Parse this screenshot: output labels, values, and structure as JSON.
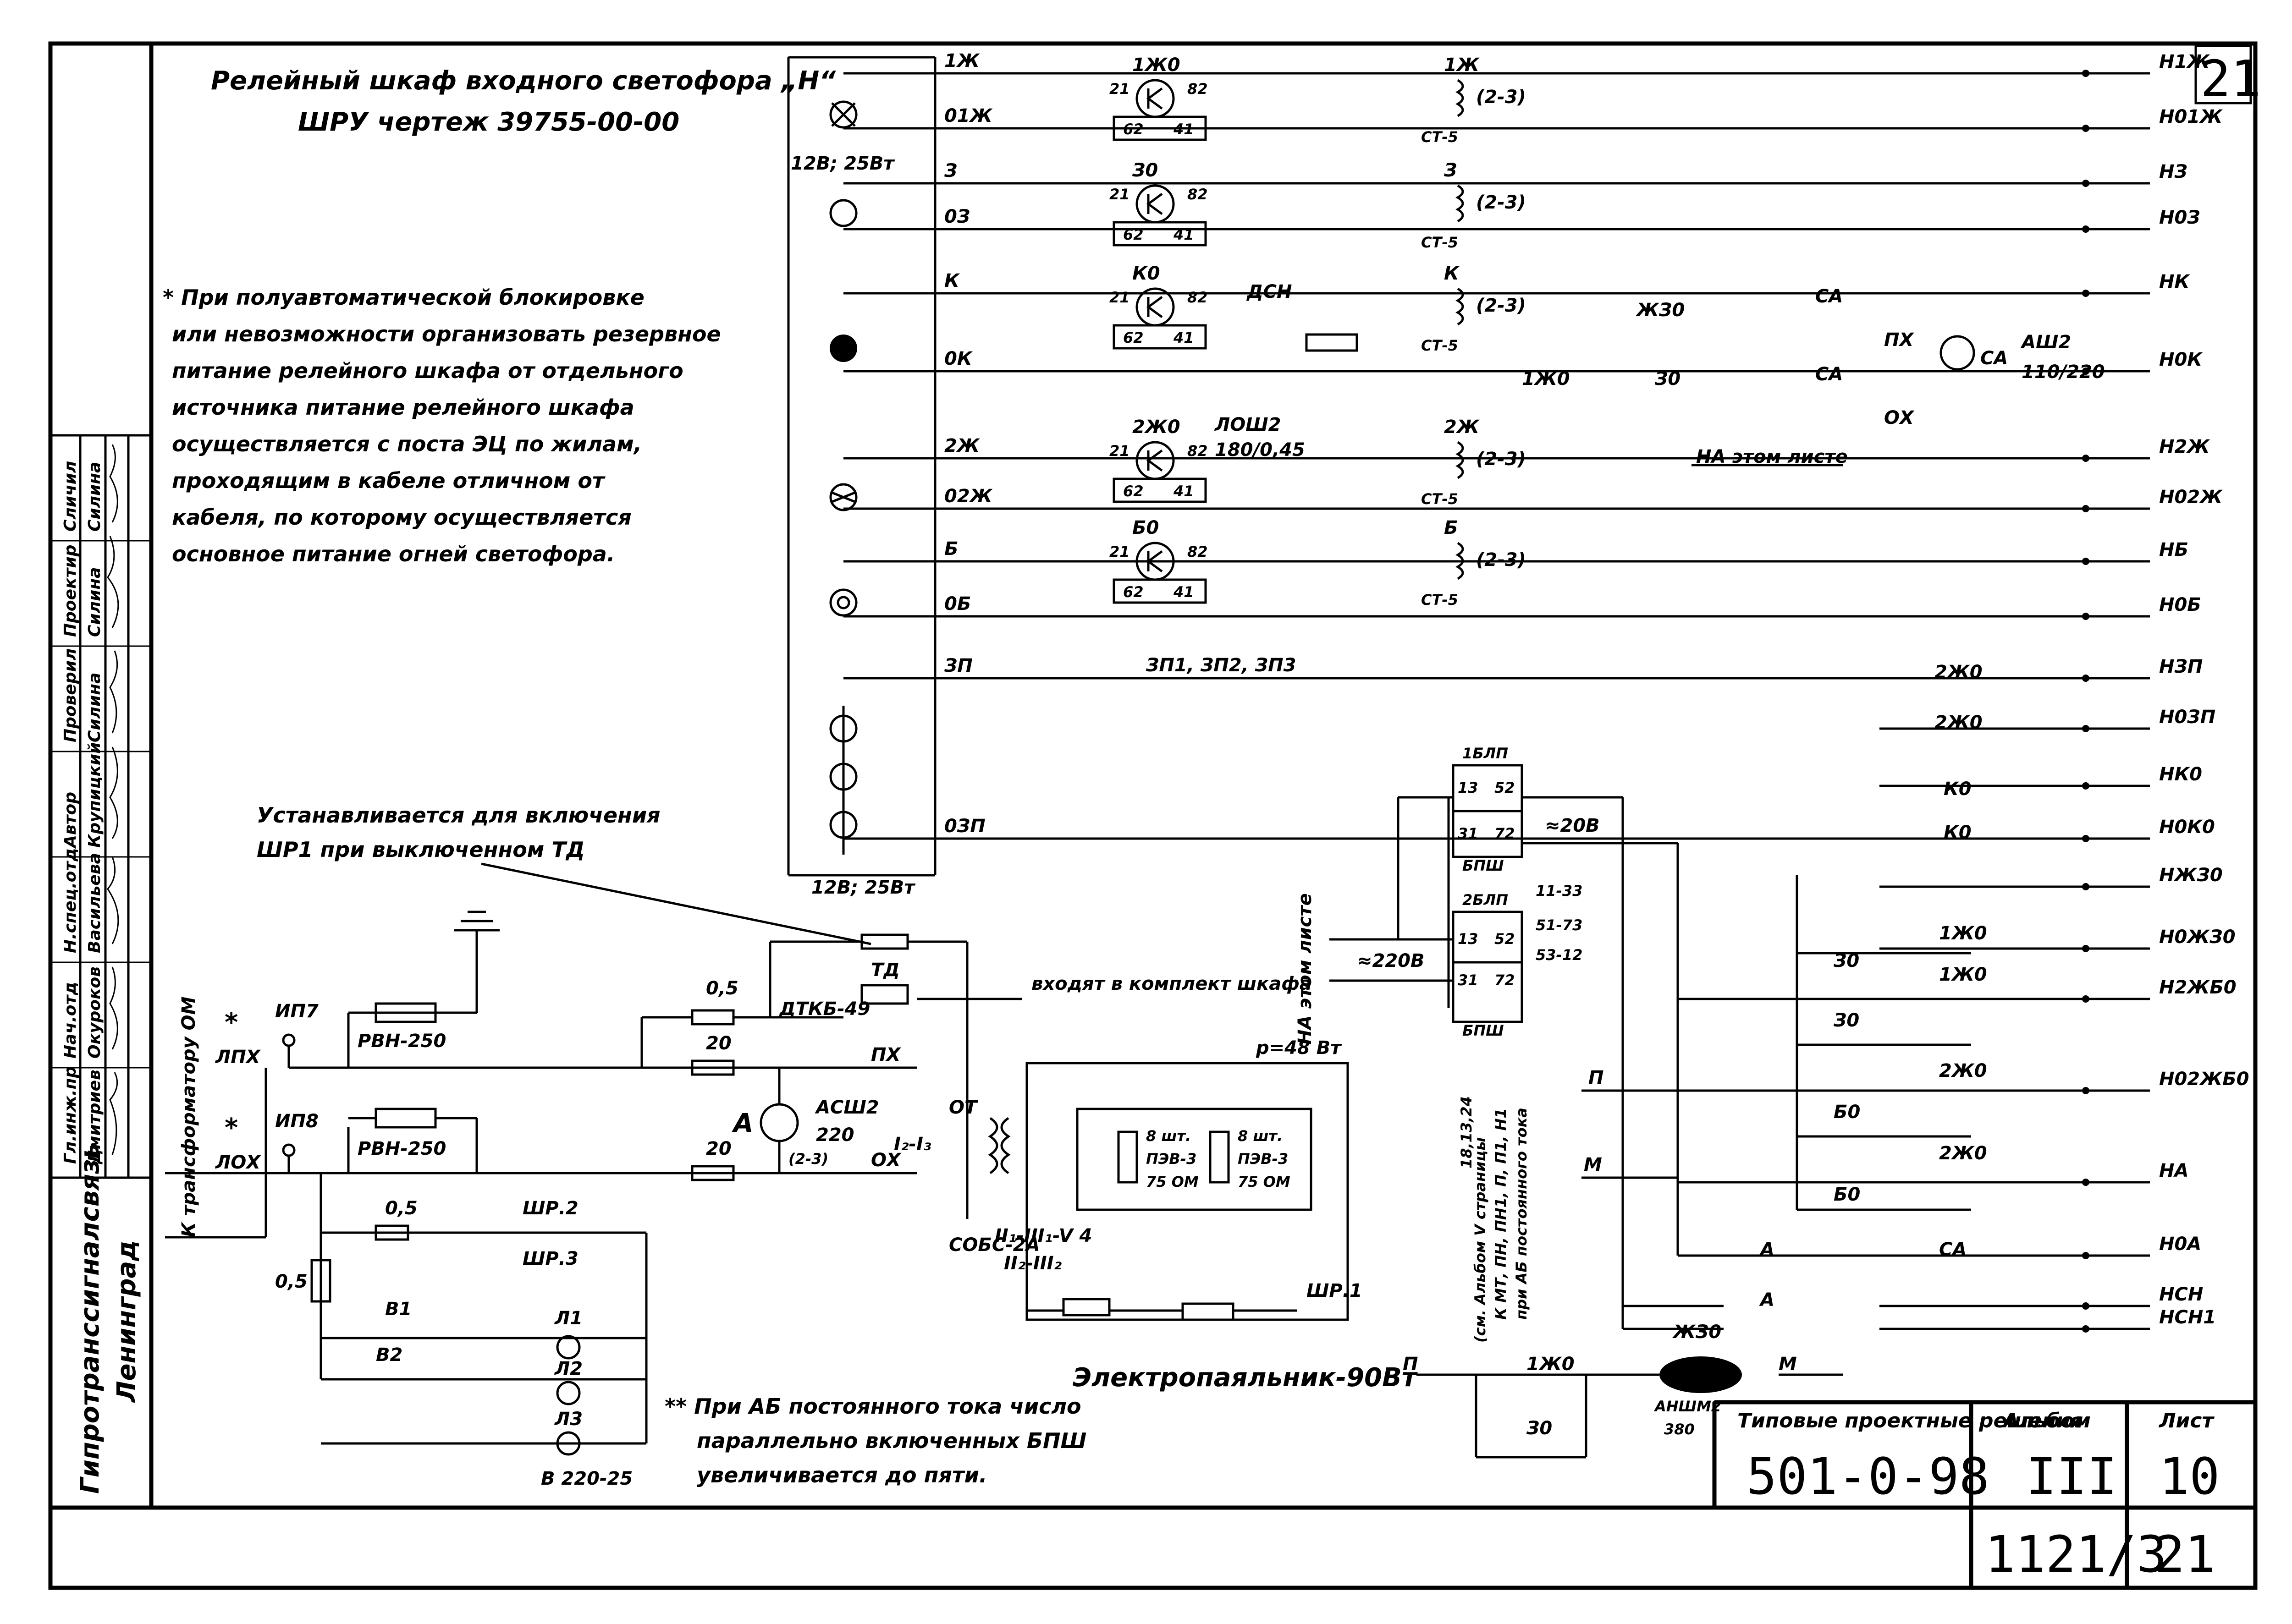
{
  "drawing": {
    "title_line1": "Релейный шкаф входного светофора „Н“",
    "title_line2": "ШРУ чертеж  39755-00-00",
    "sheet_corner_number": "21",
    "footnote_star": [
      "* При полуавтоматической блокировке",
      "или невозможности организовать резервное",
      "питание релейного шкафа от отдельного",
      "источника  питание релейного шкафа",
      "осуществляется с поста ЭЦ по жилам,",
      "проходящим в кабеле отличном  от",
      "кабеля, по которому осуществляется",
      "основное питание огней светофора."
    ],
    "footnote_double_star": [
      "** При АБ постоянного тока число",
      "параллельно включенных  БПШ",
      "увеличивается до пяти."
    ],
    "install_note": [
      "Устанавливается для включения",
      "ШР1 при выключенном ТД"
    ],
    "kit_note": "входят в комплект шкафа",
    "heater_label": "Электропаяльник-90Вт",
    "transformer_label": "К трансформатору ОМ",
    "on_this_sheet": "НА этом листе",
    "side_note": [
      "(см. Альбом V страницы",
      "К МТ, ПН, ПН1, П, П1, Н1",
      "при АБ постоянного тока"
    ],
    "side_note_top": "18,13,24",
    "lamp_power_top": "12В; 25Вт",
    "lamp_power_bottom": "12В; 25Вт",
    "lamp_voltage": "В 220-25",
    "resistor_power": "р=48 Вт"
  },
  "feeders": [
    {
      "left": "1Ж",
      "right": "Н1Ж"
    },
    {
      "left": "01Ж",
      "right": "Н01Ж"
    },
    {
      "left": "З",
      "right": "НЗ"
    },
    {
      "left": "0З",
      "right": "Н0З"
    },
    {
      "left": "К",
      "right": "НК"
    },
    {
      "left": "0К",
      "right": "Н0К"
    },
    {
      "left": "2Ж",
      "right": "Н2Ж"
    },
    {
      "left": "02Ж",
      "right": "Н02Ж"
    },
    {
      "left": "Б",
      "right": "НБ"
    },
    {
      "left": "0Б",
      "right": "Н0Б"
    },
    {
      "left": "ЗП",
      "right": "НЗП"
    },
    {
      "left": "",
      "right": "Н0ЗП"
    },
    {
      "left": "",
      "right": "НК0"
    },
    {
      "left": "0ЗП",
      "right": "Н0К0"
    },
    {
      "left": "",
      "right": "НЖЗ0"
    },
    {
      "left": "",
      "right": "Н0ЖЗ0"
    },
    {
      "left": "",
      "right": "Н2ЖБ0"
    },
    {
      "left": "",
      "right": "Н02ЖБ0"
    },
    {
      "left": "",
      "right": "НА"
    },
    {
      "left": "",
      "right": "Н0А"
    },
    {
      "left": "",
      "right": "НСН"
    },
    {
      "left": "",
      "right": "НСН1"
    }
  ],
  "relays": {
    "signal": [
      {
        "name": "1Ж0",
        "t1": "21",
        "t2": "82",
        "t3": "62",
        "t4": "41",
        "trans": "1Ж",
        "trans_type": "СТ-5",
        "ratio": "(2-3)"
      },
      {
        "name": "З0",
        "t1": "21",
        "t2": "82",
        "t3": "62",
        "t4": "41",
        "trans": "З",
        "trans_type": "СТ-5",
        "ratio": "(2-3)"
      },
      {
        "name": "К0",
        "t1": "21",
        "t2": "82",
        "t3": "62",
        "t4": "41",
        "trans": "К",
        "trans_type": "СТ-5",
        "ratio": "(2-3)"
      },
      {
        "name": "2Ж0",
        "t1": "21",
        "t2": "82",
        "t3": "62",
        "t4": "41",
        "trans": "2Ж",
        "trans_type": "СТ-5",
        "ratio": "(2-3)"
      },
      {
        "name": "Б0",
        "t1": "21",
        "t2": "82",
        "t3": "62",
        "t4": "41",
        "trans": "Б",
        "trans_type": "СТ-5",
        "ratio": "(2-3)"
      }
    ],
    "ldsh_label": "ЛОШ2",
    "ldsh_value": "180/0,45",
    "dsn_label": "ДСН",
    "asch_label": "АШ2",
    "asch_value": "110/220",
    "zp_label": "ЗП1, ЗП2, ЗП3",
    "contacts": [
      "ЖЗ0",
      "СА",
      "ПХ",
      "ОХ",
      "1Ж0",
      "З0",
      "2Ж0",
      "Б0",
      "А",
      "СА",
      "К0"
    ],
    "blp": [
      "1БЛП",
      "БПШ",
      "2БЛП",
      "БПШ"
    ],
    "blp_pins": [
      "13",
      "52",
      "31",
      "72"
    ],
    "blp_voltage": "≈20В",
    "blp_voltage2": "≈220В",
    "ranges": [
      "11-33",
      "51-73",
      "53-12"
    ],
    "asch_relay": {
      "name": "А",
      "model": "АСШ2",
      "value": "220",
      "pins": "(2-3)"
    },
    "dtkb": "ДТКБ-49",
    "td": "ТД",
    "rvn": "РВН-250",
    "ip7": "ИП7",
    "ip8": "ИП8",
    "lpx": "ЛПХ",
    "lox": "ЛОХ",
    "px": "ПХ",
    "ox": "ОХ",
    "fuse_05": "0,5",
    "fuse_20": "20",
    "sobs": "СОБС-2А",
    "ot": "ОТ",
    "i_label": "I₂-I₃",
    "winding": [
      "II₁-III₁-V 4",
      "II₂-III₂"
    ],
    "res_8": [
      "8 шт.",
      "ПЭВ-3",
      "75 ОМ"
    ],
    "shr": [
      "ШР.2",
      "ШР.3",
      "ШР.1"
    ],
    "v": [
      "В1",
      "В2"
    ],
    "l": [
      "Л1",
      "Л2",
      "Л3"
    ],
    "p": "П",
    "m": "М",
    "anshm": "АНШМ2",
    "anshm_val": "380",
    "zhz0": "ЖЗ0"
  },
  "stamp": {
    "org": "Гипротранссигналсвязь",
    "city": "Ленинград",
    "roles": [
      "Гл.инж.пр",
      "Нач.отд",
      "Н.спец.отд",
      "Автор",
      "Проверил",
      "Проектир",
      "Сличил"
    ],
    "names": [
      "Дмитриев",
      "Окуроков",
      "Васильева",
      "Крупицкий",
      "Силина",
      "Силина",
      "Силина"
    ],
    "typical_label": "Типовые проектные решения",
    "typical_value": "501-0-98",
    "album_label": "Альбом",
    "album_value": "III",
    "sheet_label": "Лист",
    "sheet_value": "10",
    "bottom_code": "1121/3",
    "bottom_sheet": "21"
  }
}
